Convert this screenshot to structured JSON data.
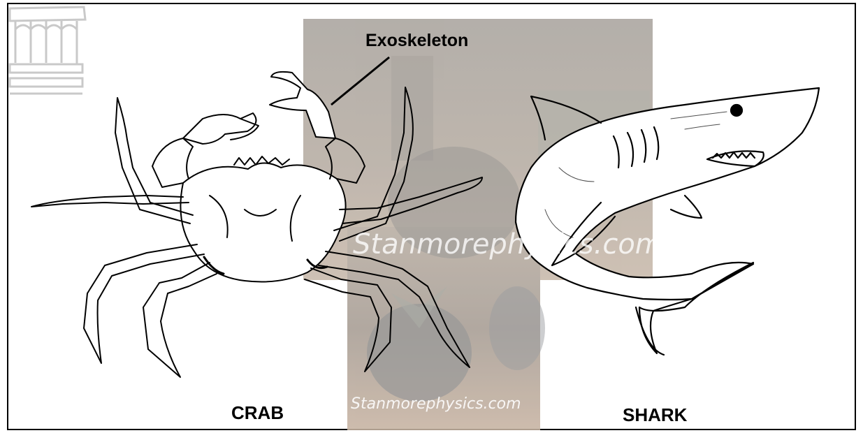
{
  "labels": {
    "exoskeleton": "Exoskeleton",
    "crab": "CRAB",
    "shark": "SHARK"
  },
  "watermarks": {
    "main": "Stanmorephysics.com",
    "small": "Stanmorephysics.com"
  },
  "icons": {
    "corner_logo": "building-logo-icon"
  },
  "colors": {
    "stroke": "#000000",
    "background": "#ffffff",
    "photo_overlay": "#b9aea4"
  }
}
